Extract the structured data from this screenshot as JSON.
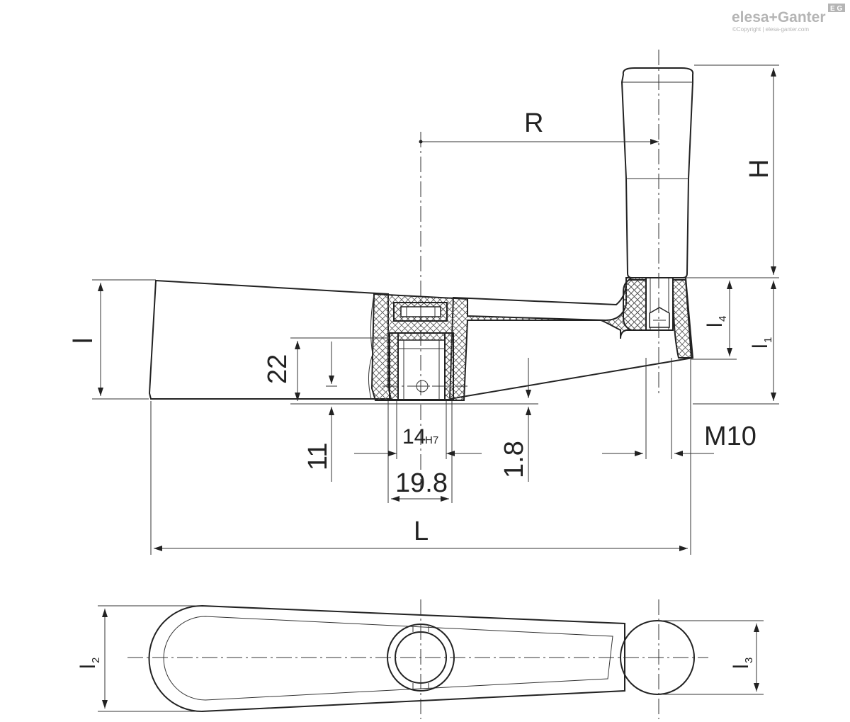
{
  "logo": {
    "brand": "elesa+Ganter",
    "badge": "E G",
    "copyright": "©Copyright | elesa-ganter.com"
  },
  "dimensions": {
    "R": "R",
    "H": "H",
    "l": "l",
    "l1": "l",
    "l1_sub": "1",
    "l2": "l",
    "l2_sub": "2",
    "l3": "l",
    "l3_sub": "3",
    "l4": "l",
    "l4_sub": "4",
    "bore_height": "22",
    "bore_depth": "11",
    "bore_diameter": "14",
    "bore_tolerance": "H7",
    "hub_diameter": "19.8",
    "chamfer": "1.8",
    "thread": "M10",
    "L": "L"
  }
}
